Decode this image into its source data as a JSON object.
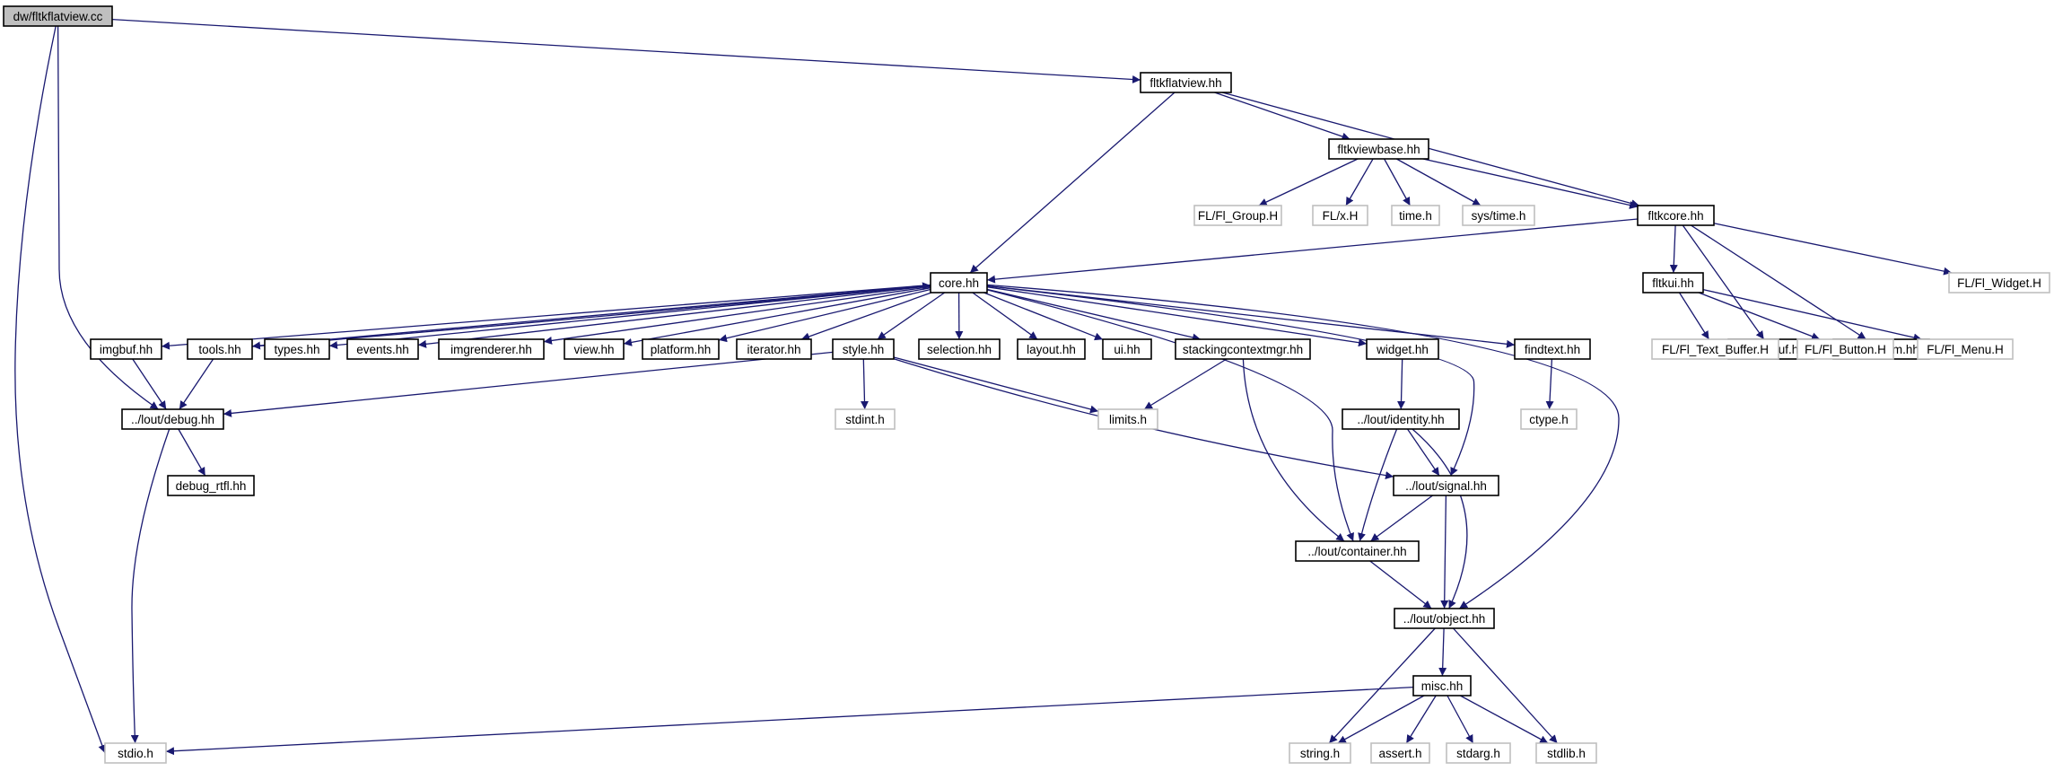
{
  "graph": {
    "colors": {
      "edge": "#191970",
      "node_border": "#000000",
      "external_border": "#bfbfbf",
      "root_fill": "#bfbfbf",
      "external_text": "#7f7f7f",
      "fill": "#ffffff"
    },
    "nodes": {
      "fltkflatview_cc": {
        "label": "dw/fltkflatview.cc",
        "kind": "root"
      },
      "fltkflatview_hh": {
        "label": "fltkflatview.hh",
        "kind": "normal"
      },
      "fltkviewbase_hh": {
        "label": "fltkviewbase.hh",
        "kind": "normal"
      },
      "fl_group": {
        "label": "FL/Fl_Group.H",
        "kind": "external"
      },
      "fl_x": {
        "label": "FL/x.H",
        "kind": "external"
      },
      "time_h": {
        "label": "time.h",
        "kind": "external"
      },
      "sys_time_h": {
        "label": "sys/time.h",
        "kind": "external"
      },
      "fltkcore_hh": {
        "label": "fltkcore.hh",
        "kind": "normal"
      },
      "core_hh": {
        "label": "core.hh",
        "kind": "normal"
      },
      "fltkui_hh": {
        "label": "fltkui.hh",
        "kind": "normal"
      },
      "fltkimgbuf_hh": {
        "label": "fltkimgbuf.hh",
        "kind": "normal"
      },
      "fltkplatform_hh": {
        "label": "fltkplatform.hh",
        "kind": "normal"
      },
      "fl_widget": {
        "label": "FL/Fl_Widget.H",
        "kind": "external"
      },
      "fl_text_buffer": {
        "label": "FL/Fl_Text_Buffer.H",
        "kind": "external"
      },
      "fl_button": {
        "label": "FL/Fl_Button.H",
        "kind": "external"
      },
      "fl_menu": {
        "label": "FL/Fl_Menu.H",
        "kind": "external"
      },
      "imgbuf_hh": {
        "label": "imgbuf.hh",
        "kind": "normal"
      },
      "tools_hh": {
        "label": "tools.hh",
        "kind": "normal"
      },
      "types_hh": {
        "label": "types.hh",
        "kind": "normal"
      },
      "events_hh": {
        "label": "events.hh",
        "kind": "normal"
      },
      "imgrenderer_hh": {
        "label": "imgrenderer.hh",
        "kind": "normal"
      },
      "view_hh": {
        "label": "view.hh",
        "kind": "normal"
      },
      "platform_hh": {
        "label": "platform.hh",
        "kind": "normal"
      },
      "iterator_hh": {
        "label": "iterator.hh",
        "kind": "normal"
      },
      "style_hh": {
        "label": "style.hh",
        "kind": "normal"
      },
      "selection_hh": {
        "label": "selection.hh",
        "kind": "normal"
      },
      "layout_hh": {
        "label": "layout.hh",
        "kind": "normal"
      },
      "ui_hh": {
        "label": "ui.hh",
        "kind": "normal"
      },
      "stackingcontextmgr_hh": {
        "label": "stackingcontextmgr.hh",
        "kind": "normal"
      },
      "widget_hh": {
        "label": "widget.hh",
        "kind": "normal"
      },
      "findtext_hh": {
        "label": "findtext.hh",
        "kind": "normal"
      },
      "debug_hh": {
        "label": "../lout/debug.hh",
        "kind": "normal"
      },
      "stdint_h": {
        "label": "stdint.h",
        "kind": "external"
      },
      "limits_h": {
        "label": "limits.h",
        "kind": "external"
      },
      "identity_hh": {
        "label": "../lout/identity.hh",
        "kind": "normal"
      },
      "ctype_h": {
        "label": "ctype.h",
        "kind": "external"
      },
      "debug_rtfl_hh": {
        "label": "debug_rtfl.hh",
        "kind": "normal"
      },
      "signal_hh": {
        "label": "../lout/signal.hh",
        "kind": "normal"
      },
      "container_hh": {
        "label": "../lout/container.hh",
        "kind": "normal"
      },
      "object_hh": {
        "label": "../lout/object.hh",
        "kind": "normal"
      },
      "misc_hh": {
        "label": "misc.hh",
        "kind": "normal"
      },
      "stdio_h": {
        "label": "stdio.h",
        "kind": "external"
      },
      "string_h": {
        "label": "string.h",
        "kind": "external"
      },
      "assert_h": {
        "label": "assert.h",
        "kind": "external"
      },
      "stdarg_h": {
        "label": "stdarg.h",
        "kind": "external"
      },
      "stdlib_h": {
        "label": "stdlib.h",
        "kind": "external"
      }
    },
    "edges": [
      [
        "fltkflatview_cc",
        "fltkflatview_hh"
      ],
      [
        "fltkflatview_cc",
        "debug_hh"
      ],
      [
        "fltkflatview_cc",
        "stdio_h"
      ],
      [
        "fltkflatview_hh",
        "fltkviewbase_hh"
      ],
      [
        "fltkflatview_hh",
        "fltkcore_hh"
      ],
      [
        "fltkflatview_hh",
        "core_hh"
      ],
      [
        "fltkviewbase_hh",
        "fl_group"
      ],
      [
        "fltkviewbase_hh",
        "fl_x"
      ],
      [
        "fltkviewbase_hh",
        "time_h"
      ],
      [
        "fltkviewbase_hh",
        "sys_time_h"
      ],
      [
        "fltkviewbase_hh",
        "fltkcore_hh"
      ],
      [
        "fltkcore_hh",
        "core_hh"
      ],
      [
        "fltkcore_hh",
        "fltkui_hh"
      ],
      [
        "fltkcore_hh",
        "fltkimgbuf_hh"
      ],
      [
        "fltkcore_hh",
        "fltkplatform_hh"
      ],
      [
        "fltkcore_hh",
        "fl_widget"
      ],
      [
        "fltkui_hh",
        "fl_text_buffer"
      ],
      [
        "fltkui_hh",
        "fl_button"
      ],
      [
        "fltkui_hh",
        "fl_menu"
      ],
      [
        "core_hh",
        "imgbuf_hh"
      ],
      [
        "core_hh",
        "tools_hh"
      ],
      [
        "core_hh",
        "types_hh"
      ],
      [
        "core_hh",
        "events_hh"
      ],
      [
        "core_hh",
        "imgrenderer_hh"
      ],
      [
        "core_hh",
        "view_hh"
      ],
      [
        "core_hh",
        "platform_hh"
      ],
      [
        "core_hh",
        "iterator_hh"
      ],
      [
        "core_hh",
        "style_hh"
      ],
      [
        "core_hh",
        "selection_hh"
      ],
      [
        "core_hh",
        "layout_hh"
      ],
      [
        "core_hh",
        "ui_hh"
      ],
      [
        "core_hh",
        "stackingcontextmgr_hh"
      ],
      [
        "core_hh",
        "widget_hh"
      ],
      [
        "core_hh",
        "findtext_hh"
      ],
      [
        "core_hh",
        "signal_hh"
      ],
      [
        "core_hh",
        "container_hh"
      ],
      [
        "core_hh",
        "object_hh"
      ],
      [
        "imgbuf_hh",
        "debug_hh"
      ],
      [
        "tools_hh",
        "debug_hh"
      ],
      [
        "tools_hh",
        "core_hh"
      ],
      [
        "style_hh",
        "debug_hh"
      ],
      [
        "style_hh",
        "stdint_h"
      ],
      [
        "style_hh",
        "limits_h"
      ],
      [
        "style_hh",
        "signal_hh"
      ],
      [
        "stackingcontextmgr_hh",
        "limits_h"
      ],
      [
        "stackingcontextmgr_hh",
        "container_hh"
      ],
      [
        "widget_hh",
        "identity_hh"
      ],
      [
        "findtext_hh",
        "ctype_h"
      ],
      [
        "debug_hh",
        "debug_rtfl_hh"
      ],
      [
        "debug_hh",
        "stdio_h"
      ],
      [
        "identity_hh",
        "signal_hh"
      ],
      [
        "identity_hh",
        "container_hh"
      ],
      [
        "identity_hh",
        "object_hh"
      ],
      [
        "signal_hh",
        "container_hh"
      ],
      [
        "signal_hh",
        "object_hh"
      ],
      [
        "container_hh",
        "object_hh"
      ],
      [
        "object_hh",
        "misc_hh"
      ],
      [
        "object_hh",
        "string_h"
      ],
      [
        "object_hh",
        "stdlib_h"
      ],
      [
        "misc_hh",
        "stdio_h"
      ],
      [
        "misc_hh",
        "string_h"
      ],
      [
        "misc_hh",
        "assert_h"
      ],
      [
        "misc_hh",
        "stdarg_h"
      ],
      [
        "misc_hh",
        "stdlib_h"
      ]
    ]
  }
}
